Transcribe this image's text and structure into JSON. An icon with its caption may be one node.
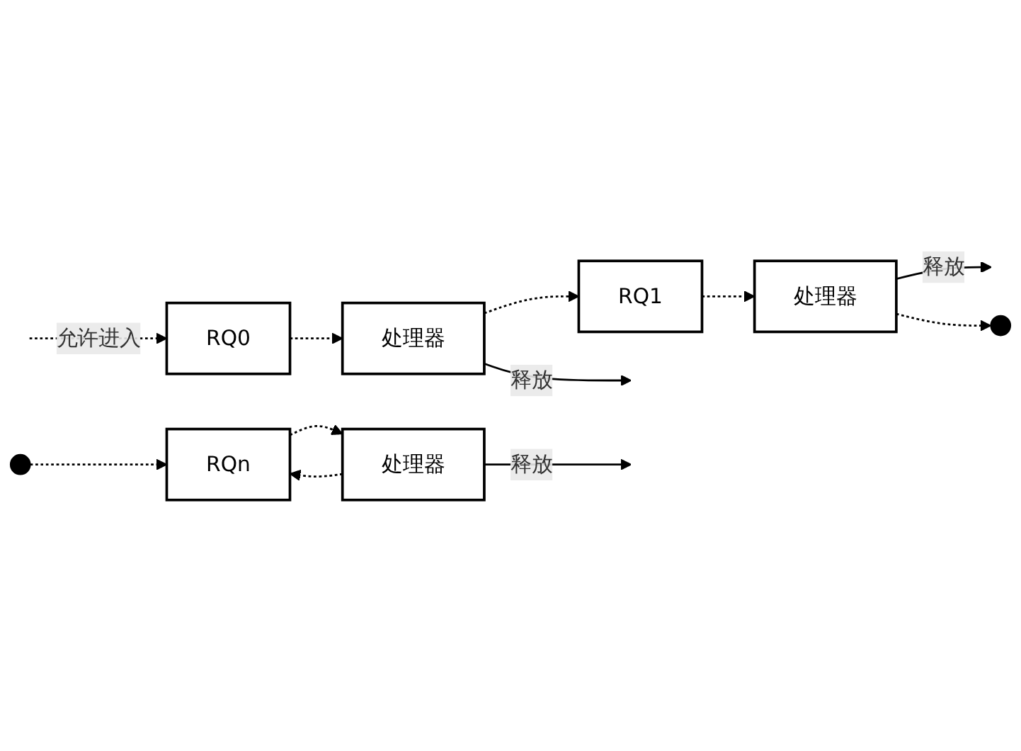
{
  "diagram": {
    "nodes": [
      {
        "text": [
          "RQ0"
        ]
      },
      {
        "text": [
          "处理器"
        ]
      },
      {
        "text": [
          "RQ1"
        ]
      },
      {
        "text": [
          "处理器"
        ]
      },
      {
        "text": [],
        "shape": "dots"
      },
      {
        "text": [],
        "shape": "dots"
      },
      {
        "text": [
          "RQn"
        ]
      },
      {
        "text": [
          "处理器"
        ]
      }
    ],
    "edges": [
      {
        "from": null,
        "to": 0,
        "arrow": "to",
        "label": "允许进入",
        "style": "dashed"
      },
      {
        "from": 0,
        "to": 1,
        "arrow": "to",
        "style": "dashed"
      },
      {
        "from": 1,
        "to": null,
        "arrow": "to",
        "label": "释放"
      },
      {
        "from": 1,
        "to": 2,
        "arrow": "to",
        "style": "dashed"
      },
      {
        "from": 2,
        "to": 3,
        "arrow": "to",
        "style": "dashed"
      },
      {
        "from": 3,
        "to": null,
        "arrow": "to",
        "label": "释放"
      },
      {
        "from": 3,
        "to": 4,
        "arrow": "to",
        "style": "dashed"
      },
      {
        "from": 5,
        "to": 6,
        "arrow": "to",
        "style": "dashed"
      },
      {
        "from": 6,
        "to": 7,
        "arrow": "to",
        "style": "dashed"
      },
      {
        "from": 7,
        "to": null,
        "arrow": "to",
        "label": "释放"
      },
      {
        "from": 7,
        "to": 6,
        "arrow": "to",
        "style": "dashed"
      }
    ]
  }
}
